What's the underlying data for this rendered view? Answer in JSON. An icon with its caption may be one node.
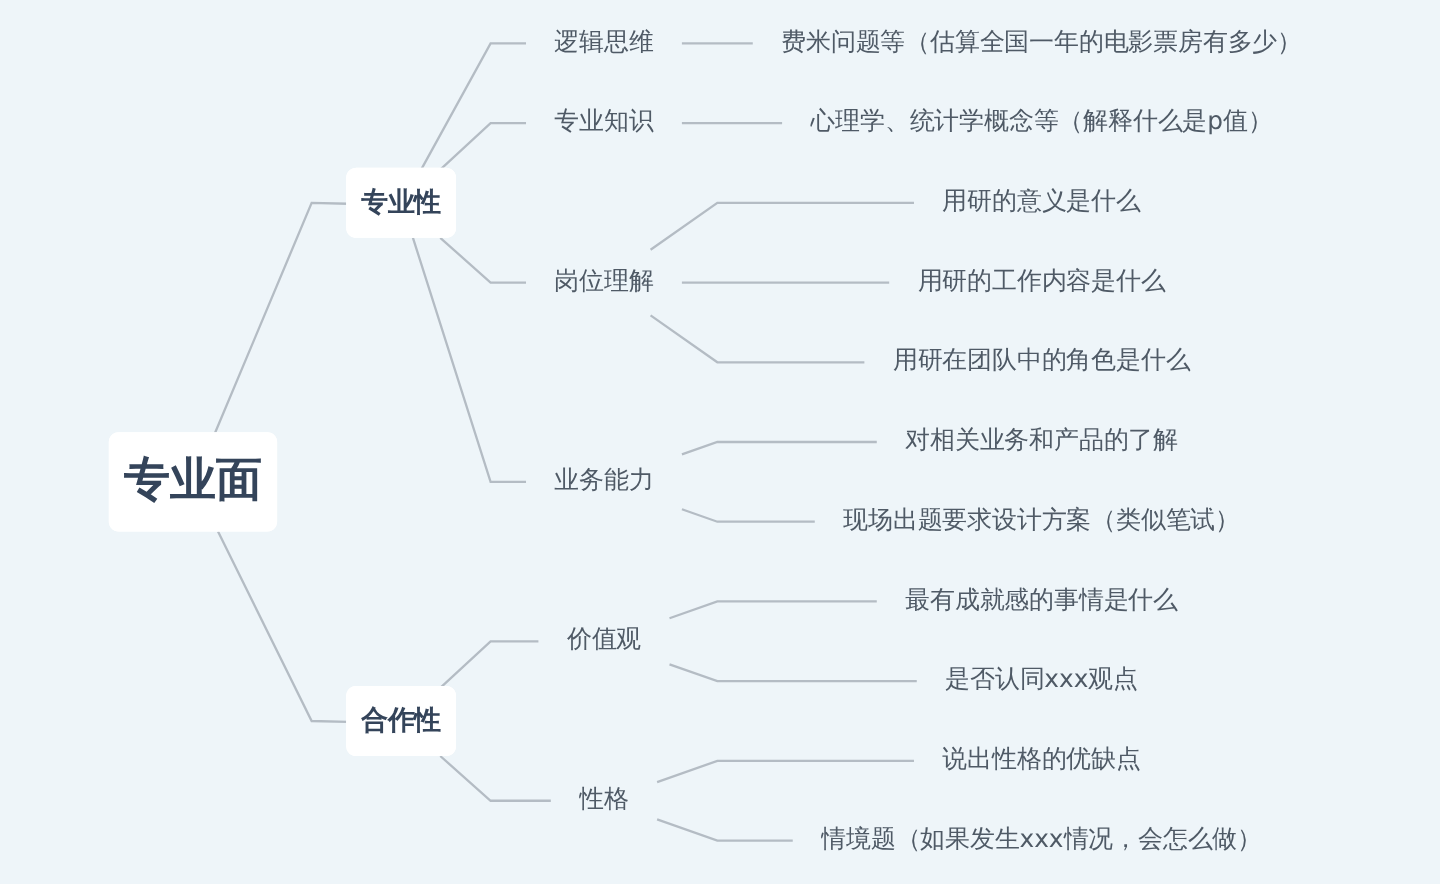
{
  "diagram": {
    "nodes": [
      {
        "text": [
          "专业面"
        ]
      },
      {
        "text": [
          "专业性"
        ]
      },
      {
        "text": [
          "逻辑思维"
        ]
      },
      {
        "text": [
          "费米问题等（估算全国一年的电影票房有多少）"
        ]
      },
      {
        "text": [
          "专业知识"
        ]
      },
      {
        "text": [
          "心理学、统计学概念等（解释什么是p值）"
        ]
      },
      {
        "text": [
          "岗位理解"
        ]
      },
      {
        "text": [
          "用研的意义是什么"
        ]
      },
      {
        "text": [
          "用研的工作内容是什么"
        ]
      },
      {
        "text": [
          "用研在团队中的角色是什么"
        ]
      },
      {
        "text": [
          "业务能力"
        ]
      },
      {
        "text": [
          "对相关业务和产品的了解"
        ]
      },
      {
        "text": [
          "现场出题要求设计方案（类似笔试）"
        ]
      },
      {
        "text": [
          "合作性"
        ]
      },
      {
        "text": [
          "价值观"
        ]
      },
      {
        "text": [
          "最有成就感的事情是什么"
        ]
      },
      {
        "text": [
          "是否认同xxx观点"
        ]
      },
      {
        "text": [
          "性格"
        ]
      },
      {
        "text": [
          "说出性格的优缺点"
        ]
      },
      {
        "text": [
          "情境题（如果发生xxx情况，会怎么做）"
        ]
      }
    ],
    "edges": [
      {
        "from": 0,
        "to": 1,
        "arrow": "none"
      },
      {
        "from": 1,
        "to": 2,
        "arrow": "none"
      },
      {
        "from": 2,
        "to": 3,
        "arrow": "none"
      },
      {
        "from": 1,
        "to": 4,
        "arrow": "none"
      },
      {
        "from": 4,
        "to": 5,
        "arrow": "none"
      },
      {
        "from": 1,
        "to": 6,
        "arrow": "none"
      },
      {
        "from": 6,
        "to": 7,
        "arrow": "none"
      },
      {
        "from": 6,
        "to": 8,
        "arrow": "none"
      },
      {
        "from": 6,
        "to": 9,
        "arrow": "none"
      },
      {
        "from": 1,
        "to": 10,
        "arrow": "none"
      },
      {
        "from": 10,
        "to": 11,
        "arrow": "none"
      },
      {
        "from": 10,
        "to": 12,
        "arrow": "none"
      },
      {
        "from": 0,
        "to": 13,
        "arrow": "none"
      },
      {
        "from": 13,
        "to": 14,
        "arrow": "none"
      },
      {
        "from": 14,
        "to": 15,
        "arrow": "none"
      },
      {
        "from": 14,
        "to": 16,
        "arrow": "none"
      },
      {
        "from": 13,
        "to": 17,
        "arrow": "none"
      },
      {
        "from": 17,
        "to": 18,
        "arrow": "none"
      },
      {
        "from": 17,
        "to": 19,
        "arrow": "none"
      }
    ]
  }
}
